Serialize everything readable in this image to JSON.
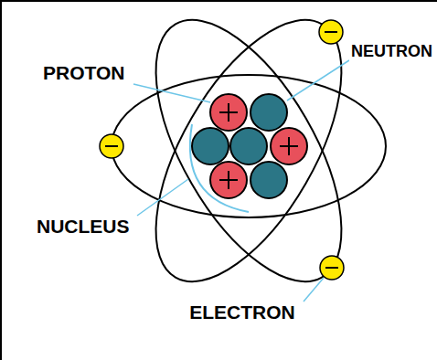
{
  "diagram": {
    "labels": [
      "PROTON",
      "NEUTRON",
      "NUCLEUS",
      "ELECTRON"
    ]
  }
}
